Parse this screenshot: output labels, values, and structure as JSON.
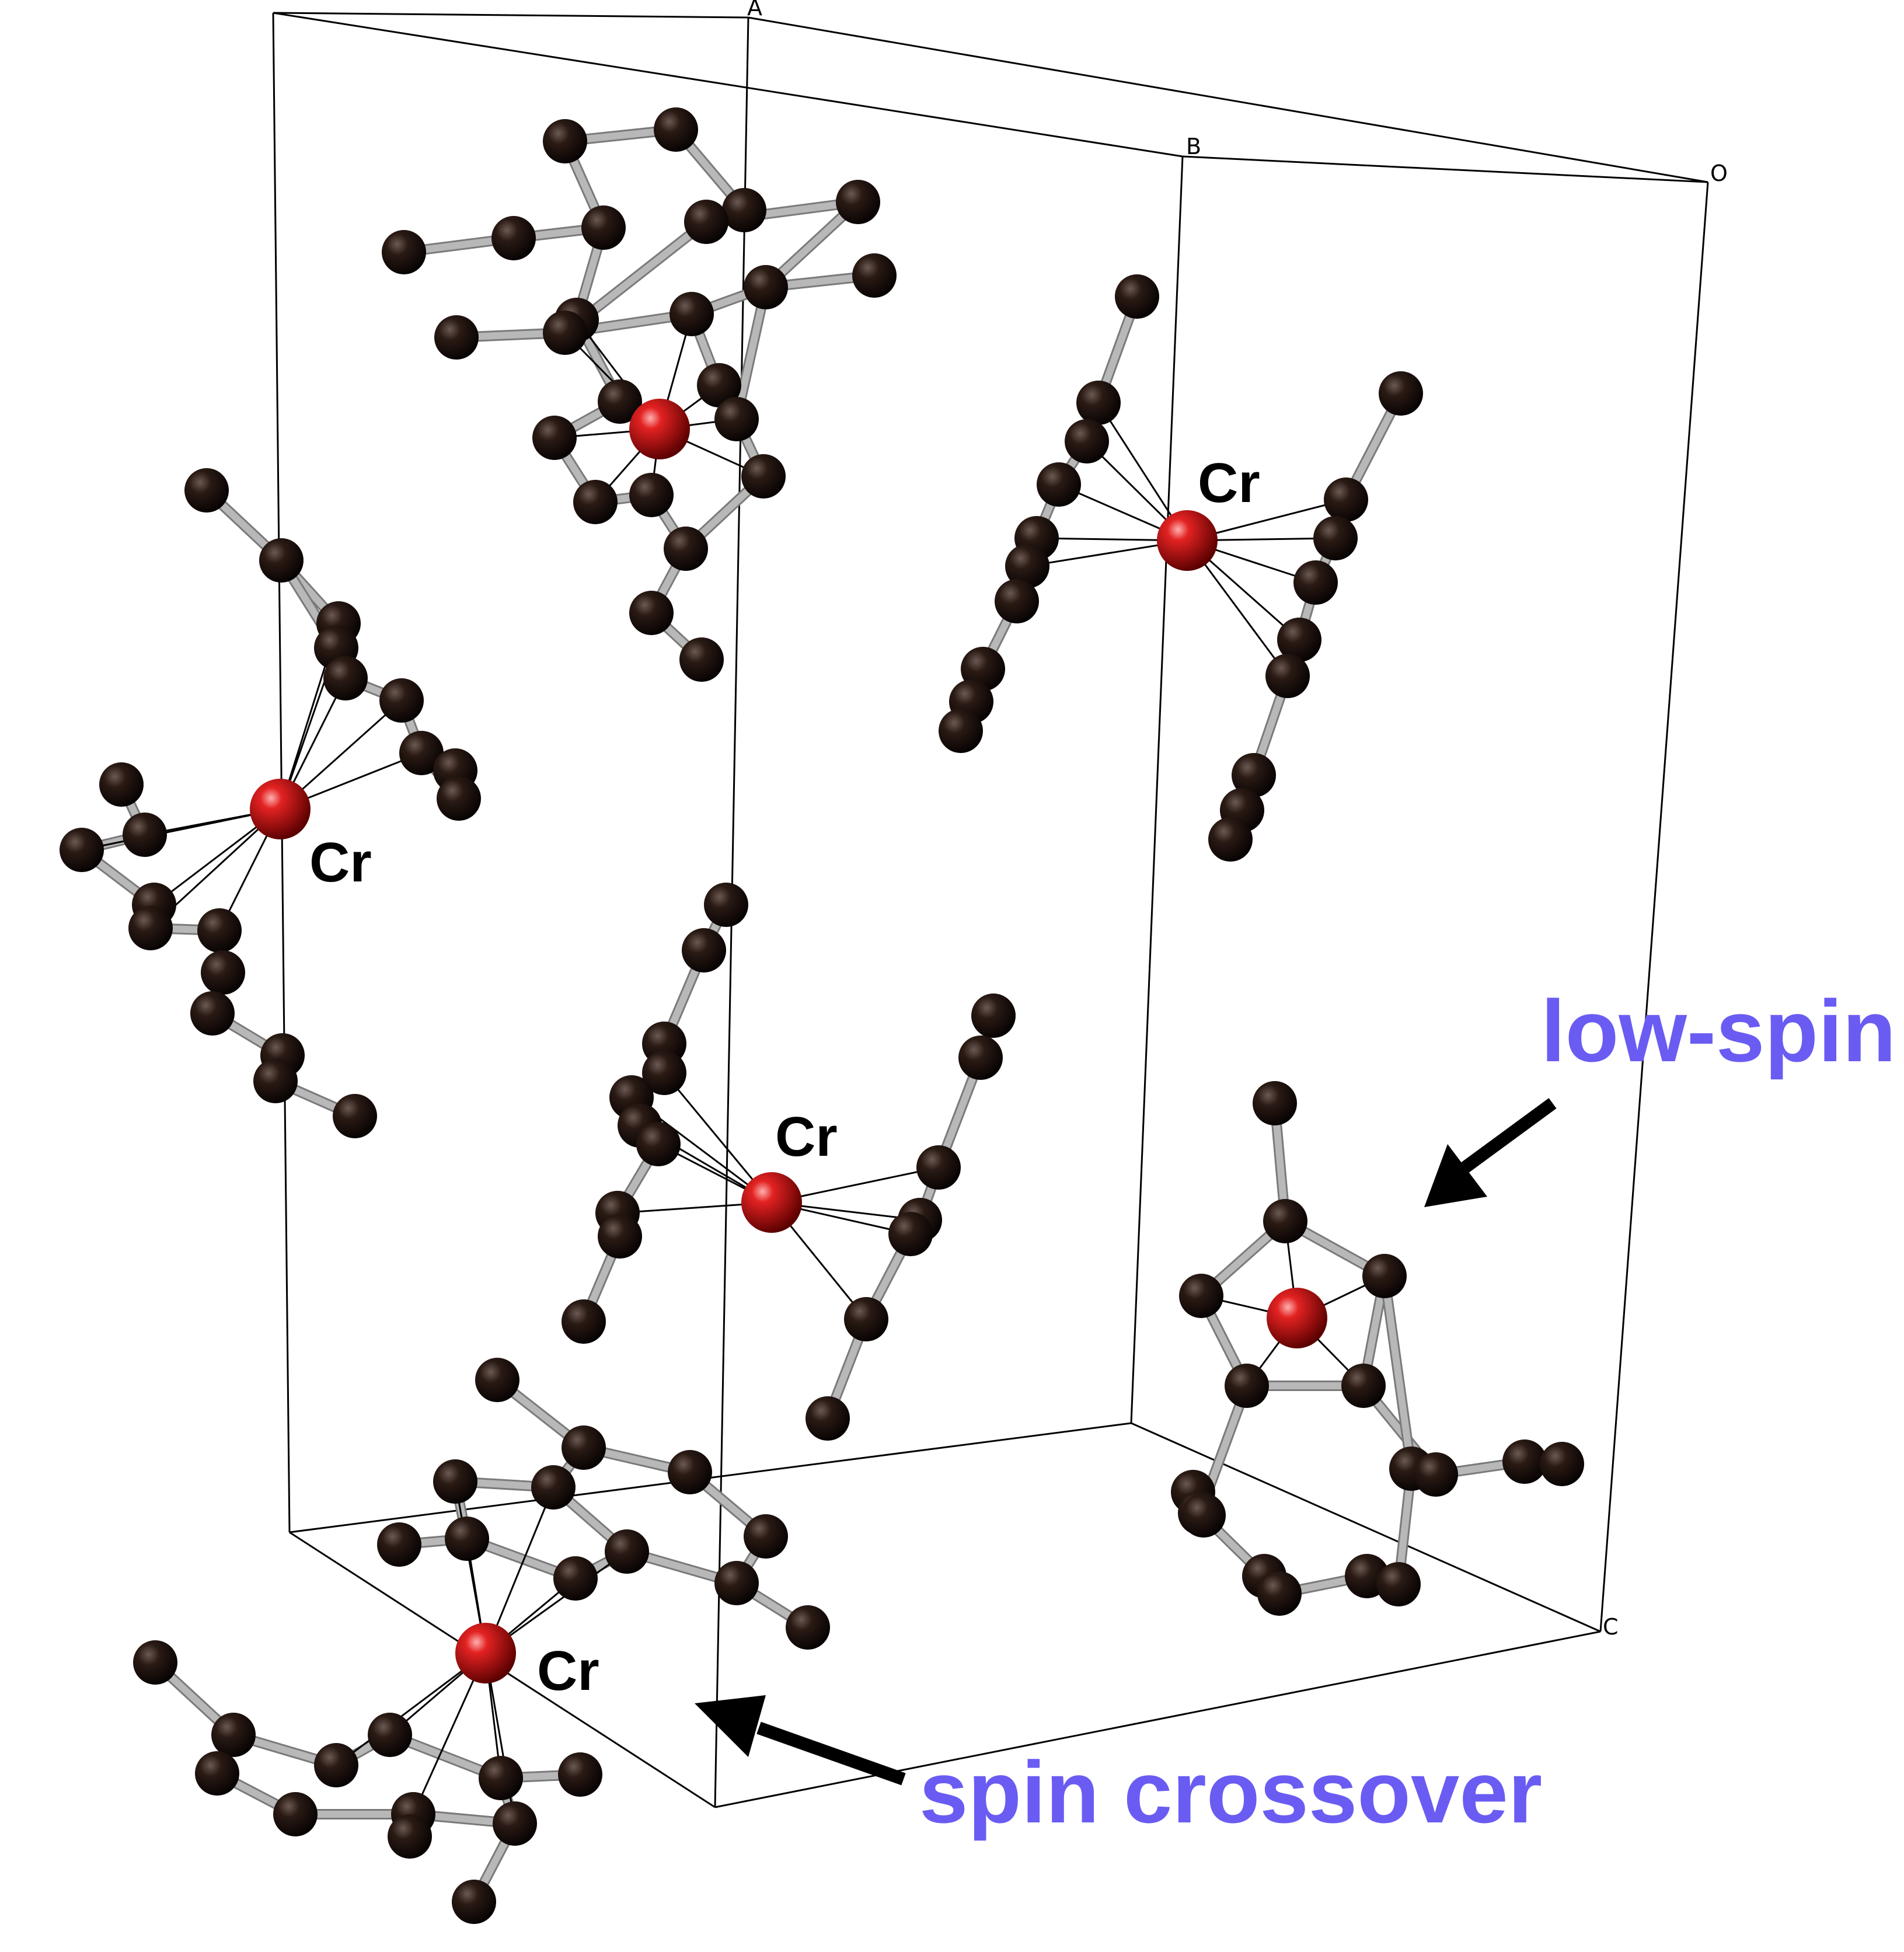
{
  "axis_labels": {
    "a": "A",
    "b": "B",
    "o": "O",
    "c": "C"
  },
  "metal_label": "Cr",
  "annotations": {
    "low_spin": "low-spin",
    "spin_crossover": "spin crossover"
  },
  "colors": {
    "annotation": "#6a5cf2",
    "metal_atom": "#cc1111",
    "carbon_atom": "#1a0e0a",
    "bond": "#b8b8b8",
    "cell_edge": "#000000"
  }
}
